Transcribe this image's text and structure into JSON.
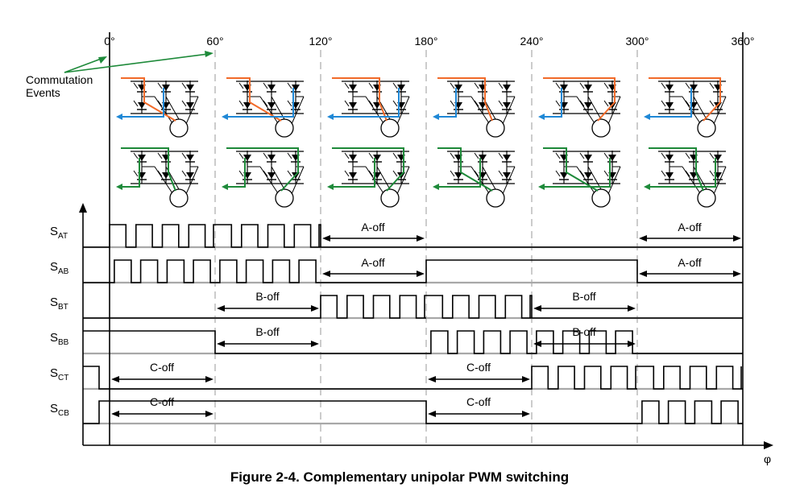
{
  "angles": [
    "0°",
    "60°",
    "120°",
    "180°",
    "240°",
    "300°",
    "360°"
  ],
  "annotation": {
    "line1": "Commutation",
    "line2": "Events"
  },
  "axis_label": "φ",
  "signals": [
    {
      "name": "S",
      "subscript": "AT"
    },
    {
      "name": "S",
      "subscript": "AB"
    },
    {
      "name": "S",
      "subscript": "BT"
    },
    {
      "name": "S",
      "subscript": "BB"
    },
    {
      "name": "S",
      "subscript": "CT"
    },
    {
      "name": "S",
      "subscript": "CB"
    }
  ],
  "off_labels": [
    {
      "signal": 0,
      "sector": 2,
      "text": "A-off"
    },
    {
      "signal": 0,
      "sector": 5,
      "text": "A-off"
    },
    {
      "signal": 1,
      "sector": 2,
      "text": "A-off"
    },
    {
      "signal": 1,
      "sector": 5,
      "text": "A-off"
    },
    {
      "signal": 2,
      "sector": 1,
      "text": "B-off"
    },
    {
      "signal": 2,
      "sector": 4,
      "text": "B-off"
    },
    {
      "signal": 3,
      "sector": 1,
      "text": "B-off"
    },
    {
      "signal": 3,
      "sector": 4,
      "text": "B-off"
    },
    {
      "signal": 4,
      "sector": 0,
      "text": "C-off"
    },
    {
      "signal": 4,
      "sector": 3,
      "text": "C-off"
    },
    {
      "signal": 5,
      "sector": 0,
      "text": "C-off"
    },
    {
      "signal": 5,
      "sector": 3,
      "text": "C-off"
    }
  ],
  "colors": {
    "orange": "#f26b2a",
    "blue": "#1f88d6",
    "green": "#1e8a3a",
    "grid": "#b0b0b0",
    "ink": "#000000"
  },
  "caption": "Figure 2-4. Complementary unipolar PWM switching"
}
